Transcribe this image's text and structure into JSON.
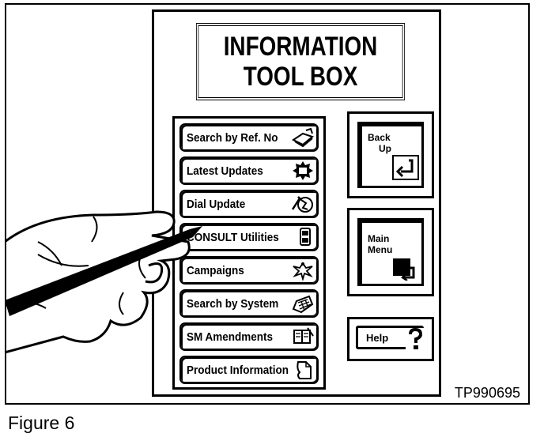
{
  "title": {
    "line1": "INFORMATION",
    "line2": "TOOL BOX"
  },
  "menu": {
    "items": [
      {
        "label": "Search by Ref. No",
        "icon": "book-icon"
      },
      {
        "label": "Latest Updates",
        "icon": "badge-icon"
      },
      {
        "label": "Dial Update",
        "icon": "globe-icon"
      },
      {
        "label": "CONSULT Utilities",
        "icon": "device-icon"
      },
      {
        "label": "Campaigns",
        "icon": "eagle-icon"
      },
      {
        "label": "Search by System",
        "icon": "car-icon"
      },
      {
        "label": "SM Amendments",
        "icon": "pages-icon"
      },
      {
        "label": "Product Information",
        "icon": "document-icon"
      }
    ]
  },
  "side": {
    "back": {
      "line1": "Back",
      "line2": "Up",
      "icon": "back-arrow-icon"
    },
    "main": {
      "line1": "Main",
      "line2": "Menu",
      "icon": "main-menu-icon"
    },
    "help": {
      "label": "Help",
      "icon": "question-icon"
    }
  },
  "code": "TP990695",
  "caption": "Figure 6"
}
